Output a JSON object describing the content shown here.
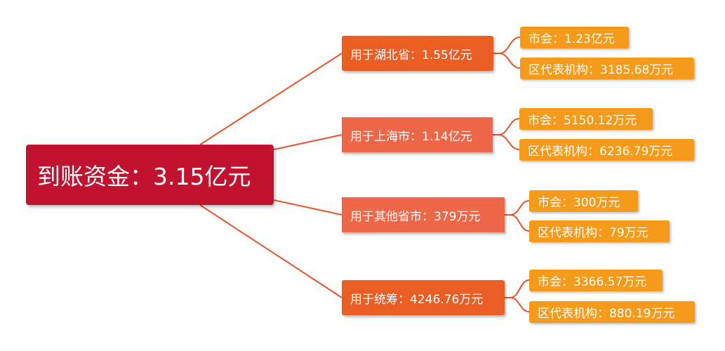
{
  "colors": {
    "root": "#c1122f",
    "branch_dark": "#ea5d23",
    "branch_light": "#ee6748",
    "leaf": "#f59a1b",
    "connector": "#e8542a"
  },
  "root": {
    "label": "到账资金：3.15亿元"
  },
  "branches": [
    {
      "label": "用于湖北省：1.55亿元",
      "children": [
        {
          "label": "市会：1.23亿元"
        },
        {
          "label": "区代表机构：3185.68万元"
        }
      ]
    },
    {
      "label": "用于上海市：1.14亿元",
      "children": [
        {
          "label": "市会：5150.12万元"
        },
        {
          "label": "区代表机构：6236.79万元"
        }
      ]
    },
    {
      "label": "用于其他省市：379万元",
      "children": [
        {
          "label": "市会：300万元"
        },
        {
          "label": "区代表机构：79万元"
        }
      ]
    },
    {
      "label": "用于统筹：4246.76万元",
      "children": [
        {
          "label": "市会：3366.57万元"
        },
        {
          "label": "区代表机构：880.19万元"
        }
      ]
    }
  ]
}
